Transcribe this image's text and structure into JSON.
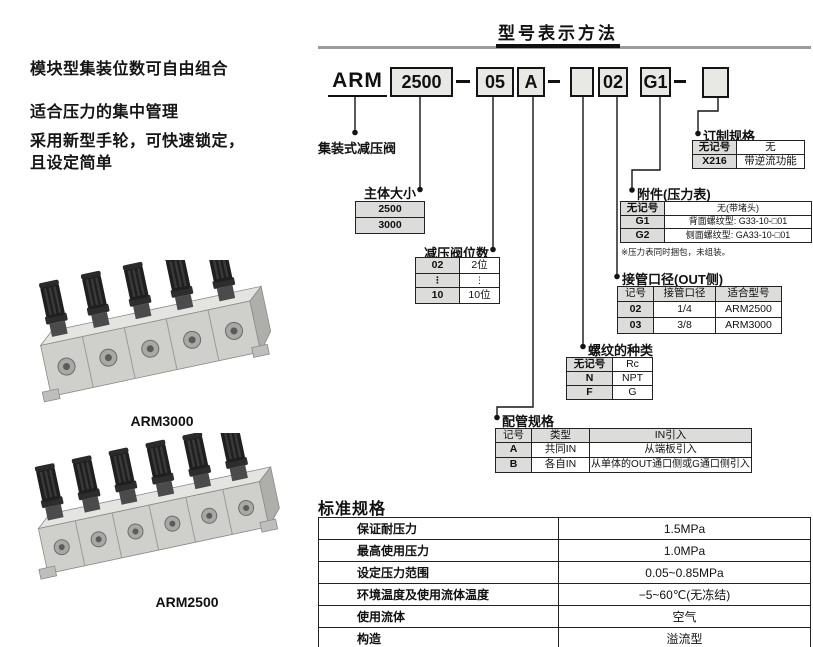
{
  "features": [
    "模块型集装位数可自由组合",
    "适合压力的集中管理",
    "采用新型手轮，可快速锁定，",
    "且设定简单"
  ],
  "section_title": "型号表示方法",
  "figures": [
    {
      "caption": "ARM3000",
      "stations": 5
    },
    {
      "caption": "ARM2500",
      "stations": 6
    }
  ],
  "model": {
    "prefix": "ARM",
    "body_size": "2500",
    "stations": "05",
    "piping": "A",
    "thread": "",
    "port": "02",
    "gauge": "G1",
    "option": ""
  },
  "callouts": {
    "manifold_label": "集装式减压阀",
    "body_size": {
      "title": "主体大小",
      "rows": [
        "2500",
        "3000"
      ]
    },
    "stations": {
      "title": "减压阀位数",
      "rows": [
        [
          "02",
          "2位"
        ],
        [
          "⋮",
          "⋮"
        ],
        [
          "10",
          "10位"
        ]
      ]
    },
    "piping": {
      "title": "配管规格",
      "headers": [
        "记号",
        "类型",
        "IN引入"
      ],
      "rows": [
        [
          "A",
          "共同IN",
          "从端板引入"
        ],
        [
          "B",
          "各自IN",
          "从单体的OUT通口侧或G通口侧引入"
        ]
      ]
    },
    "thread": {
      "title": "螺纹的种类",
      "rows": [
        [
          "无记号",
          "Rc"
        ],
        [
          "N",
          "NPT"
        ],
        [
          "F",
          "G"
        ]
      ]
    },
    "port": {
      "title": "接管口径(OUT侧)",
      "headers": [
        "记号",
        "接管口径",
        "适合型号"
      ],
      "rows": [
        [
          "02",
          "1/4",
          "ARM2500"
        ],
        [
          "03",
          "3/8",
          "ARM3000"
        ]
      ]
    },
    "gauge": {
      "title": "附件(压力表)",
      "rows": [
        [
          "无记号",
          "无(带堵头)"
        ],
        [
          "G1",
          "背面螺纹型: G33-10-□01"
        ],
        [
          "G2",
          "侧面螺纹型: GA33-10-□01"
        ]
      ],
      "note": "※压力表同时捆包，未组装。"
    },
    "made_to_order": {
      "title": "订制规格",
      "rows": [
        [
          "无记号",
          "无"
        ],
        [
          "X216",
          "带逆流功能"
        ]
      ]
    }
  },
  "specs": {
    "title": "标准规格",
    "rows": [
      [
        "保证耐压力",
        "1.5MPa"
      ],
      [
        "最高使用压力",
        "1.0MPa"
      ],
      [
        "设定压力范围",
        "0.05~0.85MPa"
      ],
      [
        "环境温度及使用流体温度",
        "−5~60℃(无冻结)"
      ],
      [
        "使用流体",
        "空气"
      ],
      [
        "构造",
        "溢流型"
      ]
    ]
  }
}
